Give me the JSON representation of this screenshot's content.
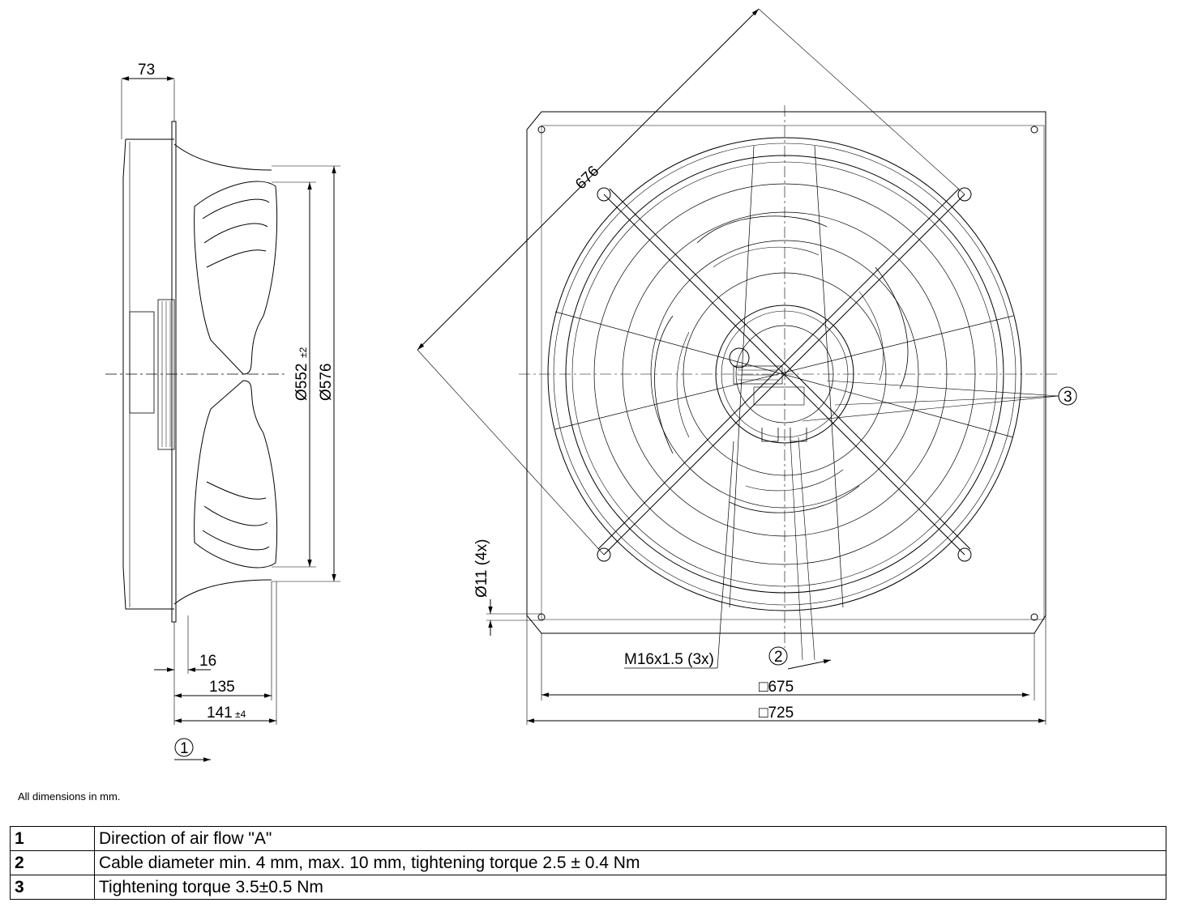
{
  "dimensions": {
    "d73": "73",
    "d552": "Ø552",
    "d552_tol": "±2",
    "d576": "Ø576",
    "d16": "16",
    "d135": "135",
    "d141": "141",
    "d141_tol": "±4",
    "d676": "676",
    "d11": "Ø11 (4x)",
    "thread": "M16x1.5 (3x)",
    "sq675": "□675",
    "sq725": "□725"
  },
  "callouts": {
    "c1": "1",
    "c2": "2",
    "c3": "3"
  },
  "note": "All dimensions in mm.",
  "legend": [
    {
      "num": "1",
      "text": "Direction of air flow \"A\""
    },
    {
      "num": "2",
      "text": "Cable diameter min. 4 mm, max. 10 mm, tightening torque 2.5 ± 0.4 Nm"
    },
    {
      "num": "3",
      "text": "Tightening torque 3.5±0.5 Nm"
    }
  ]
}
